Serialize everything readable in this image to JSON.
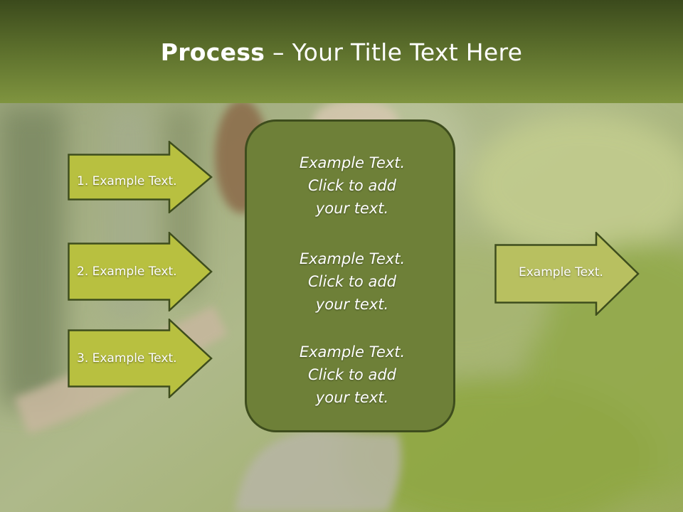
{
  "slide": {
    "title_bold": "Process",
    "title_rest": " – Your Title Text Here"
  },
  "left_arrows": [
    {
      "label": "1. Example Text."
    },
    {
      "label": "2. Example Text."
    },
    {
      "label": "3. Example Text."
    }
  ],
  "center_box": {
    "blocks": [
      {
        "line1": "Example Text.",
        "line2": "Click  to add",
        "line3": "your text."
      },
      {
        "line1": "Example Text.",
        "line2": "Click  to add",
        "line3": "your text."
      },
      {
        "line1": "Example Text.",
        "line2": "Click  to add",
        "line3": "your text."
      }
    ]
  },
  "right_arrow": {
    "label": "Example Text."
  },
  "colors": {
    "header_dark": "#3b4a1c",
    "arrow_fill_left": "#b8c040",
    "arrow_fill_right": "#b8c060",
    "arrow_border": "#3e4d1d",
    "box_fill": "#6e8038"
  }
}
